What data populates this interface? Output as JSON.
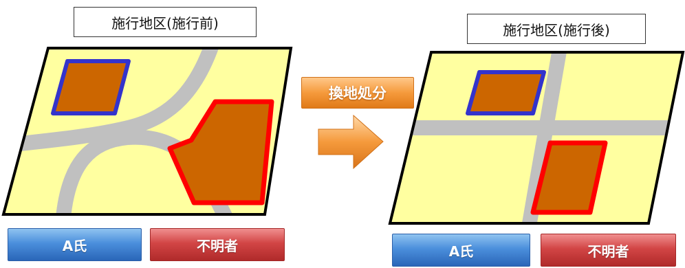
{
  "before": {
    "title": "施行地区(施行前)",
    "label_a": "A氏",
    "label_unknown": "不明者"
  },
  "after": {
    "title": "施行地区(施行後)",
    "label_a": "A氏",
    "label_unknown": "不明者"
  },
  "process_label": "換地処分",
  "colors": {
    "land": "#ffffa0",
    "road": "#c0c0c0",
    "parcel": "#cc6600",
    "owner_a_border": "#3333cc",
    "owner_unknown_border": "#ff0000",
    "arrow": "#f59a3c"
  }
}
